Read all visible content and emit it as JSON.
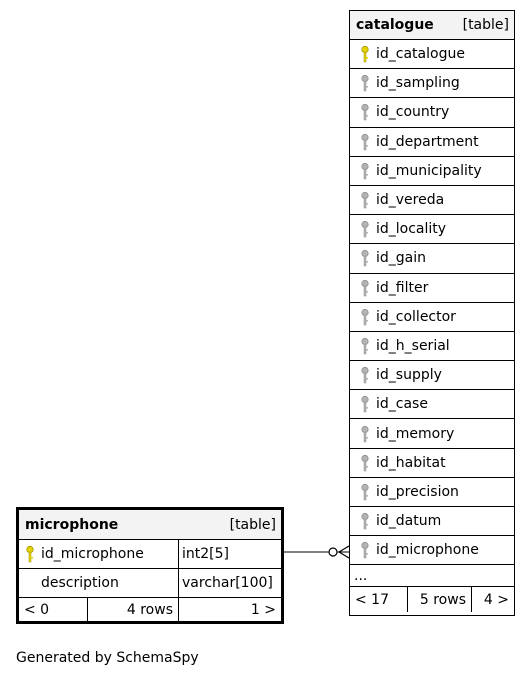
{
  "catalogue": {
    "name": "catalogue",
    "type": "[table]",
    "columns": [
      "id_catalogue",
      "id_sampling",
      "id_country",
      "id_department",
      "id_municipality",
      "id_vereda",
      "id_locality",
      "id_gain",
      "id_filter",
      "id_collector",
      "id_h_serial",
      "id_supply",
      "id_case",
      "id_memory",
      "id_habitat",
      "id_precision",
      "id_datum",
      "id_microphone"
    ],
    "primary_key": "id_catalogue",
    "more": "...",
    "footer": {
      "parents": "< 17",
      "rows": "5 rows",
      "children": "4 >"
    }
  },
  "microphone": {
    "name": "microphone",
    "type": "[table]",
    "columns": [
      {
        "name": "id_microphone",
        "datatype": "int2[5]",
        "key": "primary"
      },
      {
        "name": "description",
        "datatype": "varchar[100]",
        "key": "none"
      }
    ],
    "footer": {
      "parents": "< 0",
      "rows": "4 rows",
      "children": "1 >"
    }
  },
  "relationship": {
    "from": "catalogue.id_microphone",
    "to": "microphone.id_microphone",
    "cardinality": "zero-or-many-to-one"
  },
  "generated_by": "Generated by SchemaSpy",
  "colors": {
    "primary_key": "#e6d400",
    "foreign_key": "#b3b3b3"
  }
}
